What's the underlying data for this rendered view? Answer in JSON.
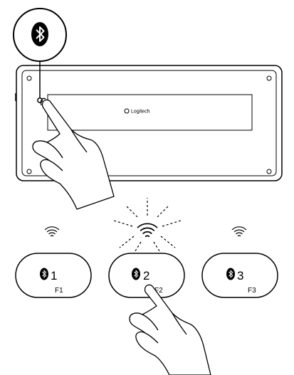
{
  "keyboard": {
    "logo_text": "Logitech"
  },
  "channels": [
    {
      "number": "1",
      "fkey": "F1",
      "active": false
    },
    {
      "number": "2",
      "fkey": "F2",
      "active": true
    },
    {
      "number": "3",
      "fkey": "F3",
      "active": false
    }
  ],
  "icons": {
    "bluetooth": "bluetooth-icon",
    "signal": "wifi-signal-icon",
    "hand": "pointing-hand-icon"
  },
  "colors": {
    "stroke": "#000000",
    "background": "#ffffff"
  }
}
